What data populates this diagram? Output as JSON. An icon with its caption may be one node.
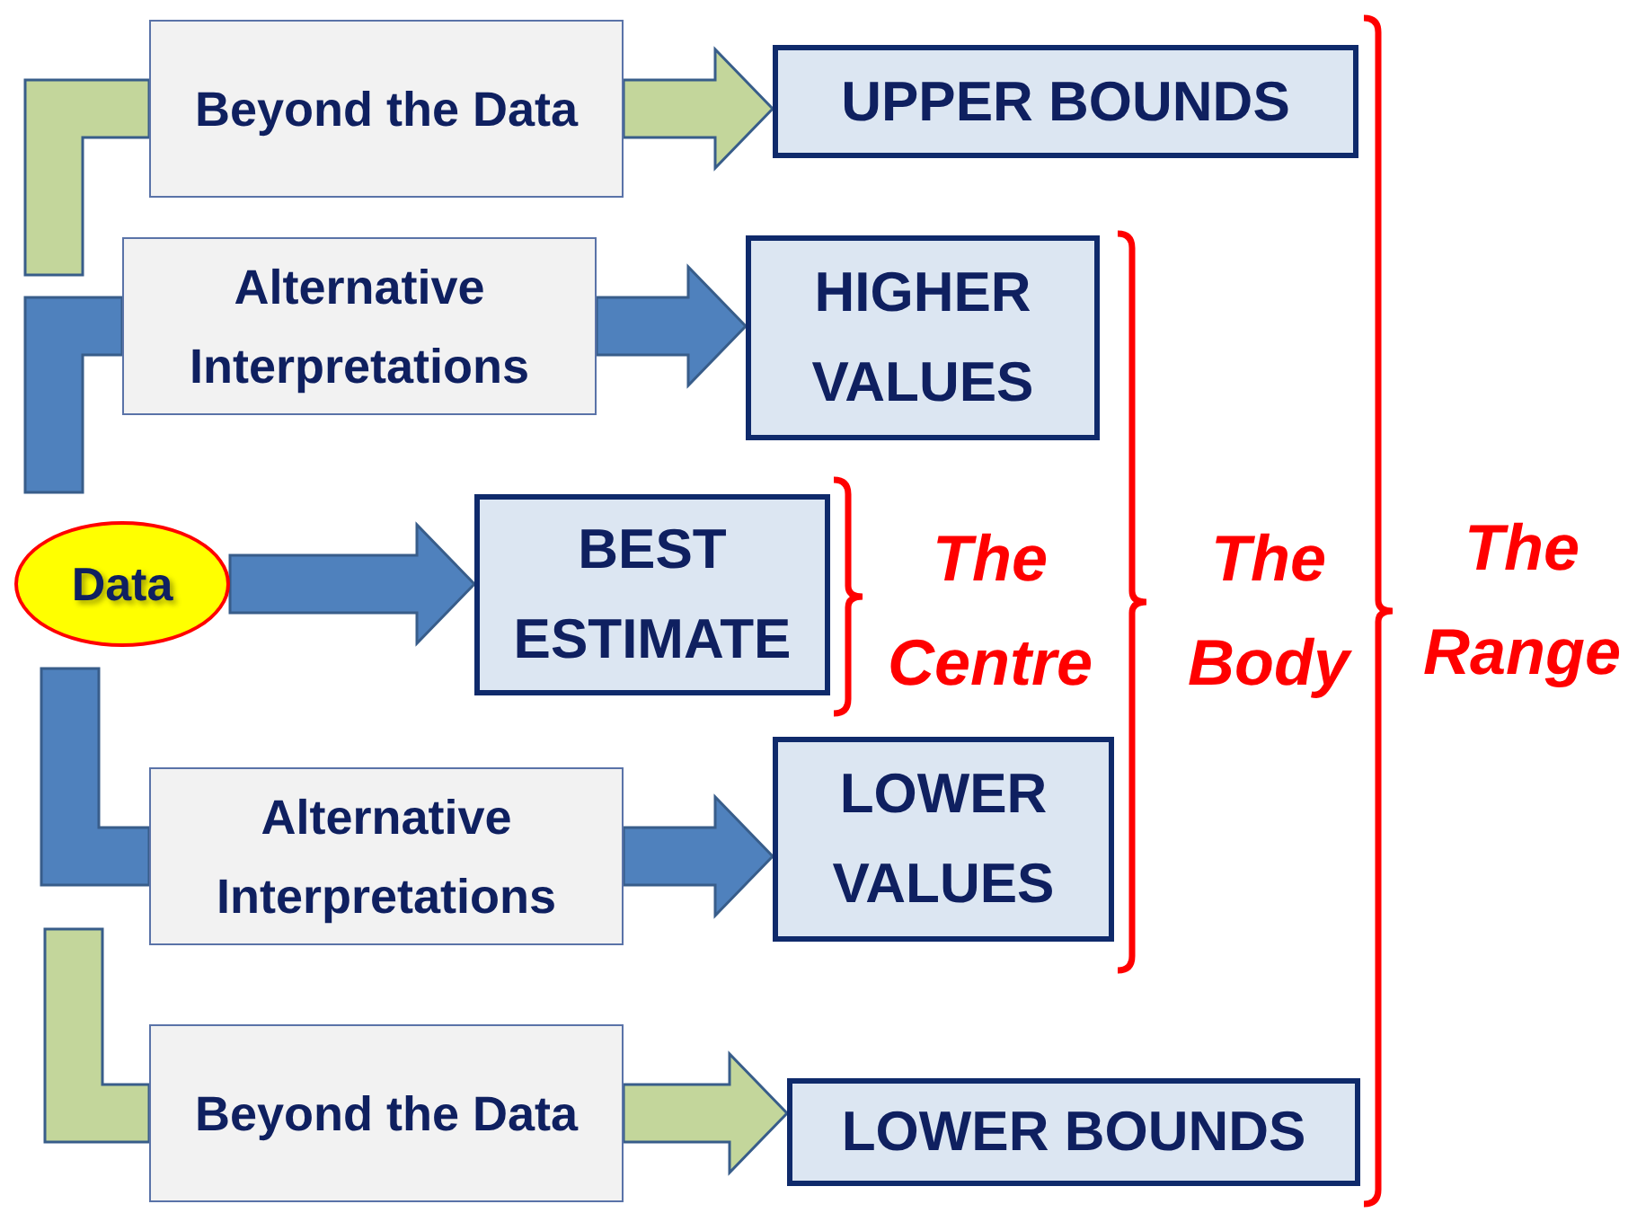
{
  "diagram": {
    "nodes": [
      {
        "text": [
          "Data"
        ]
      },
      {
        "text": [
          "Beyond the Data"
        ]
      },
      {
        "text": [
          "Alternative Interpretations"
        ]
      },
      {
        "text": [
          "Alternative Interpretations"
        ]
      },
      {
        "text": [
          "Beyond the Data"
        ]
      },
      {
        "text": [
          "UPPER BOUNDS"
        ]
      },
      {
        "text": [
          "HIGHER VALUES"
        ]
      },
      {
        "text": [
          "BEST ESTIMATE"
        ]
      },
      {
        "text": [
          "LOWER VALUES"
        ]
      },
      {
        "text": [
          "LOWER BOUNDS"
        ]
      }
    ],
    "edges": [
      {
        "from": 0,
        "to": 7,
        "arrow": "to",
        "style": "thick",
        "color": "#4f81bd"
      },
      {
        "from": 1,
        "to": 5,
        "arrow": "to",
        "style": "thick",
        "color": "#c3d69b"
      },
      {
        "from": 2,
        "to": 6,
        "arrow": "to",
        "style": "thick",
        "color": "#4f81bd"
      },
      {
        "from": 3,
        "to": 8,
        "arrow": "to",
        "style": "thick",
        "color": "#4f81bd"
      },
      {
        "from": 4,
        "to": 9,
        "arrow": "to",
        "style": "thick",
        "color": "#c3d69b"
      },
      {
        "from": null,
        "to": 1,
        "arrow": "none",
        "style": "thick",
        "color": "#c3d69b"
      },
      {
        "from": null,
        "to": 2,
        "arrow": "none",
        "style": "thick",
        "color": "#4f81bd"
      },
      {
        "from": null,
        "to": 3,
        "arrow": "none",
        "style": "thick",
        "color": "#4f81bd"
      },
      {
        "from": null,
        "to": 4,
        "arrow": "none",
        "style": "thick",
        "color": "#c3d69b"
      }
    ],
    "labels": [
      "The Centre",
      "The Body",
      "The Range"
    ]
  }
}
